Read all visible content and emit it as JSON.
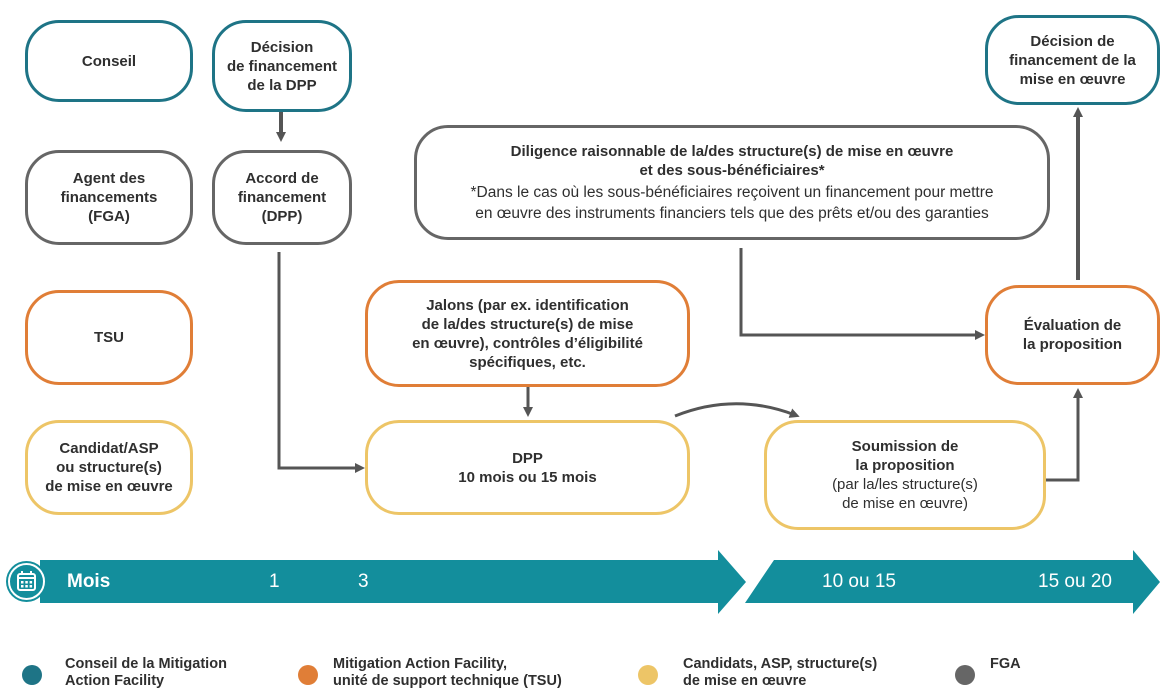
{
  "rows": {
    "council": "Conseil",
    "fga": [
      "Agent des",
      "financements",
      "(FGA)"
    ],
    "tsu": "TSU",
    "candidate": [
      "Candidat/ASP",
      "ou structure(s)",
      "de mise en œuvre"
    ]
  },
  "boxes": {
    "dpp_funding_decision": [
      "Décision",
      "de financement",
      "de la DPP"
    ],
    "funding_agreement": [
      "Accord de",
      "financement",
      "(DPP)"
    ],
    "due_diligence": {
      "title": [
        "Diligence raisonnable de la/des structure(s) de mise en œuvre",
        "et des sous-bénéficiaires*"
      ],
      "note": [
        "*Dans le cas où les sous-bénéficiaires reçoivent un financement pour mettre",
        "en œuvre des instruments financiers tels que des prêts et/ou des garanties"
      ]
    },
    "implementation_funding_decision": [
      "Décision de",
      "financement de la",
      "mise en œuvre"
    ],
    "milestones": [
      "Jalons (par ex. identification",
      "de la/des structure(s) de mise",
      "en œuvre), contrôles d’éligibilité",
      "spécifiques, etc."
    ],
    "proposal_evaluation": [
      "Évaluation de",
      "la proposition"
    ],
    "dpp": [
      "DPP",
      "10 mois ou 15 mois"
    ],
    "proposal_submission": {
      "title": [
        "Soumission de",
        "la proposition"
      ],
      "sub": [
        "(par la/les structure(s)",
        "de mise en œuvre)"
      ]
    }
  },
  "timeline": {
    "label": "Mois",
    "ticks": [
      "1",
      "3",
      "10 ou 15",
      "15 ou 20"
    ]
  },
  "legend": [
    {
      "label": [
        "Conseil de la Mitigation",
        "Action Facility"
      ],
      "color": "#1e7486"
    },
    {
      "label": [
        "Mitigation Action Facility,",
        "unité de support technique (TSU)"
      ],
      "color": "#e07e37"
    },
    {
      "label": [
        "Candidats, ASP, structure(s)",
        "de mise en œuvre"
      ],
      "color": "#edc567"
    },
    {
      "label": [
        "FGA"
      ],
      "color": "#666666"
    }
  ],
  "colors": {
    "council": "#1e7486",
    "fga": "#666666",
    "tsu": "#e07e37",
    "candidate": "#edc567",
    "timeline": "#138e9c"
  }
}
